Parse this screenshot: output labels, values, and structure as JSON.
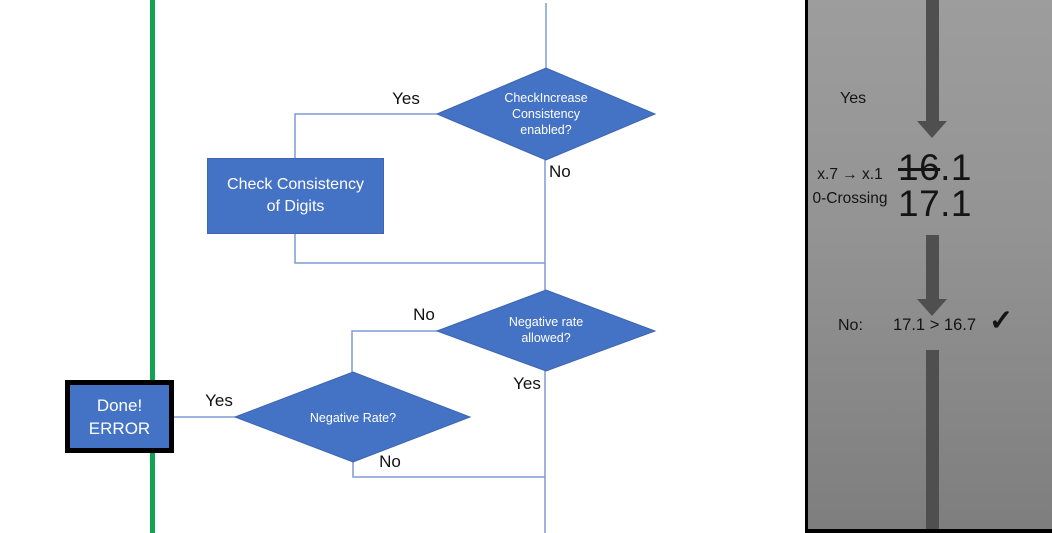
{
  "colors": {
    "shape_blue": "#4472c4",
    "shape_border_blue": "#3e66b0",
    "connector_blue": "#7f9cd4",
    "green_line": "#10a352",
    "panel_arrow_gray": "#4f4f4f",
    "panel_background_top": "#9d9d9d",
    "panel_background_bottom": "#7e7e7e"
  },
  "flowchart": {
    "decision_check_increase": "CheckIncrease\nConsistency\nenabled?",
    "process_check_digits": "Check Consistency\nof Digits",
    "decision_negative_allowed": "Negative rate\nallowed?",
    "decision_negative_rate": "Negative Rate?",
    "terminal_done_error": "Done!\nERROR",
    "edge_labels": {
      "check_increase_yes": "Yes",
      "check_increase_no": "No",
      "negative_allowed_no": "No",
      "negative_allowed_yes": "Yes",
      "negative_rate_yes": "Yes",
      "negative_rate_no": "No"
    }
  },
  "panel": {
    "yes_label": "Yes",
    "rule_line1": "x.7 → x.1",
    "rule_line2": "0-Crossing",
    "candidate_struck": "16",
    "candidate_rest": ".1",
    "corrected_value": "17.1",
    "no_label": "No:",
    "comparison": "17.1 > 16.7",
    "check_icon": "✓"
  }
}
